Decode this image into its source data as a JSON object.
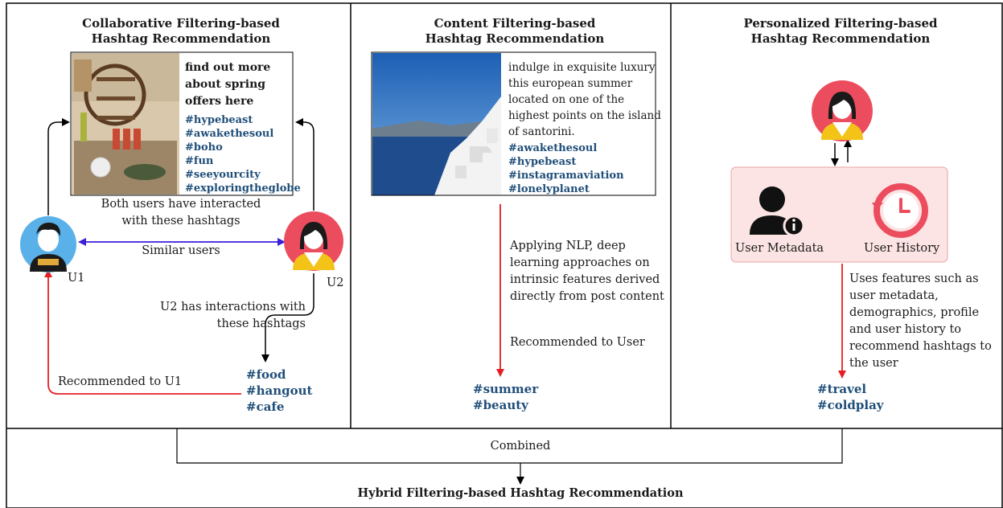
{
  "panels": {
    "collaborative": {
      "title_line1": "Collaborative Filtering-based",
      "title_line2": "Hashtag Recommendation",
      "post_text": "find out more about spring offers here",
      "post_tags": [
        "#hypebeast",
        "#awakethesoul",
        "#boho",
        "#fun",
        "#seeyourcity",
        "#exploringtheglobe"
      ],
      "both_users_line1": "Both users have interacted",
      "both_users_line2": "with these hashtags",
      "similar_users": "Similar users",
      "u1_label": "U1",
      "u2_label": "U2",
      "u2_interactions_line1": "U2 has interactions with",
      "u2_interactions_line2": "these hashtags",
      "recommended_label": "Recommended to U1",
      "result_tags": [
        "#food",
        "#hangout",
        "#cafe"
      ]
    },
    "content": {
      "title_line1": "Content Filtering-based",
      "title_line2": "Hashtag Recommendation",
      "post_text_lines": [
        "indulge in exquisite luxury",
        "this european summer",
        "located on one of the",
        "highest points on the island",
        "of santorini."
      ],
      "post_tags": [
        "#awakethesoul",
        "#hypebeast",
        "#instagramaviation",
        "#lonelyplanet"
      ],
      "nlp_lines": [
        "Applying NLP, deep",
        "learning approaches on",
        "intrinsic features derived",
        "directly from post content"
      ],
      "recommended_label": "Recommended to User",
      "result_tags": [
        "#summer",
        "#beauty"
      ]
    },
    "personalized": {
      "title_line1": "Personalized Filtering-based",
      "title_line2": "Hashtag Recommendation",
      "user_metadata": "User Metadata",
      "user_history": "User History",
      "features_lines": [
        "Uses features such as",
        "user metadata,",
        "demographics, profile",
        "and user history to",
        "recommend hashtags to",
        "the user"
      ],
      "result_tags": [
        "#travel",
        "#coldplay"
      ]
    }
  },
  "bottom": {
    "combined": "Combined",
    "hybrid_title": "Hybrid Filtering-based Hashtag Recommendation"
  },
  "colors": {
    "hashtag": "#1f4e79",
    "red_arrow": "#e31e24",
    "blue_arrow": "#3a1fd6",
    "pink_panel": "#fde4e4",
    "avatar_red": "#ec4d5e",
    "avatar_blue": "#5ab0e8"
  }
}
